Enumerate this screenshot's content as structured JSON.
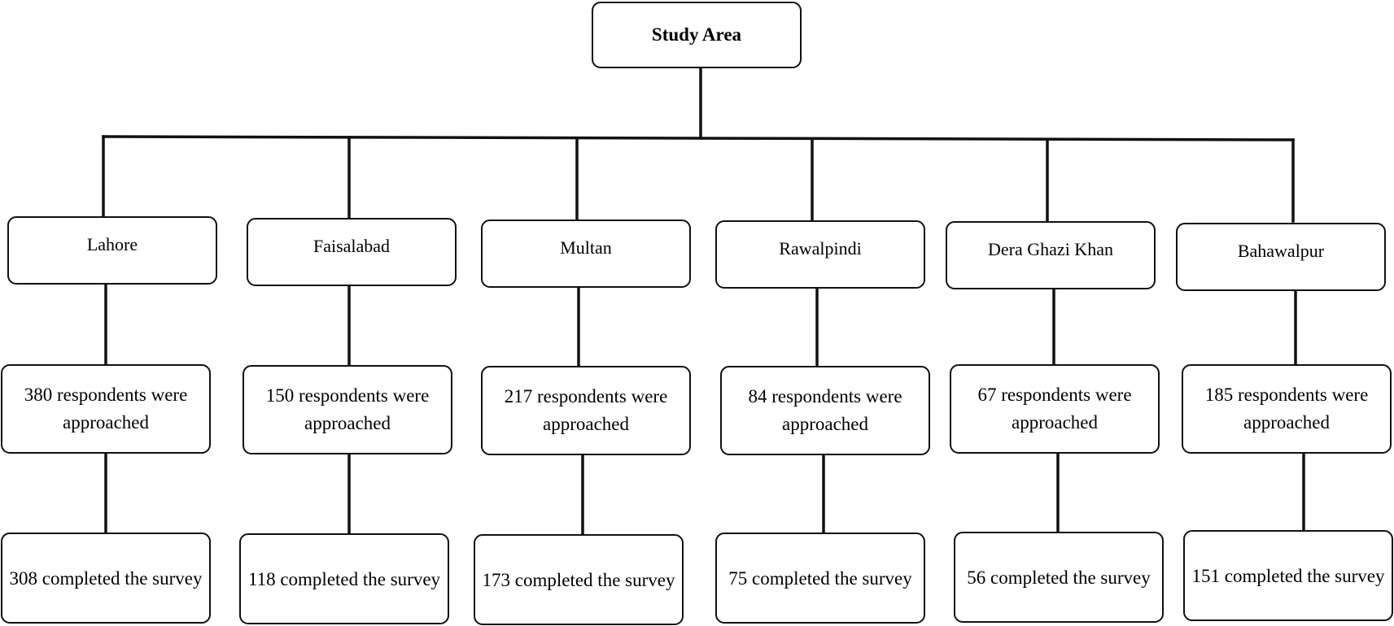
{
  "root": {
    "label": "Study Area"
  },
  "districts": [
    {
      "name": "Lahore",
      "approached": "380 respondents were approached",
      "completed": "308 completed the survey"
    },
    {
      "name": "Faisalabad",
      "approached": "150 respondents were approached",
      "completed": "118 completed the survey"
    },
    {
      "name": "Multan",
      "approached": "217 respondents were approached",
      "completed": "173 completed the survey"
    },
    {
      "name": "Rawalpindi",
      "approached": "84 respondents were approached",
      "completed": "75 completed the survey"
    },
    {
      "name": "Dera Ghazi Khan",
      "approached": "67 respondents were approached",
      "completed": "56 completed the survey"
    },
    {
      "name": "Bahawalpur",
      "approached": "185 respondents were approached",
      "completed": "151 completed the survey"
    }
  ]
}
